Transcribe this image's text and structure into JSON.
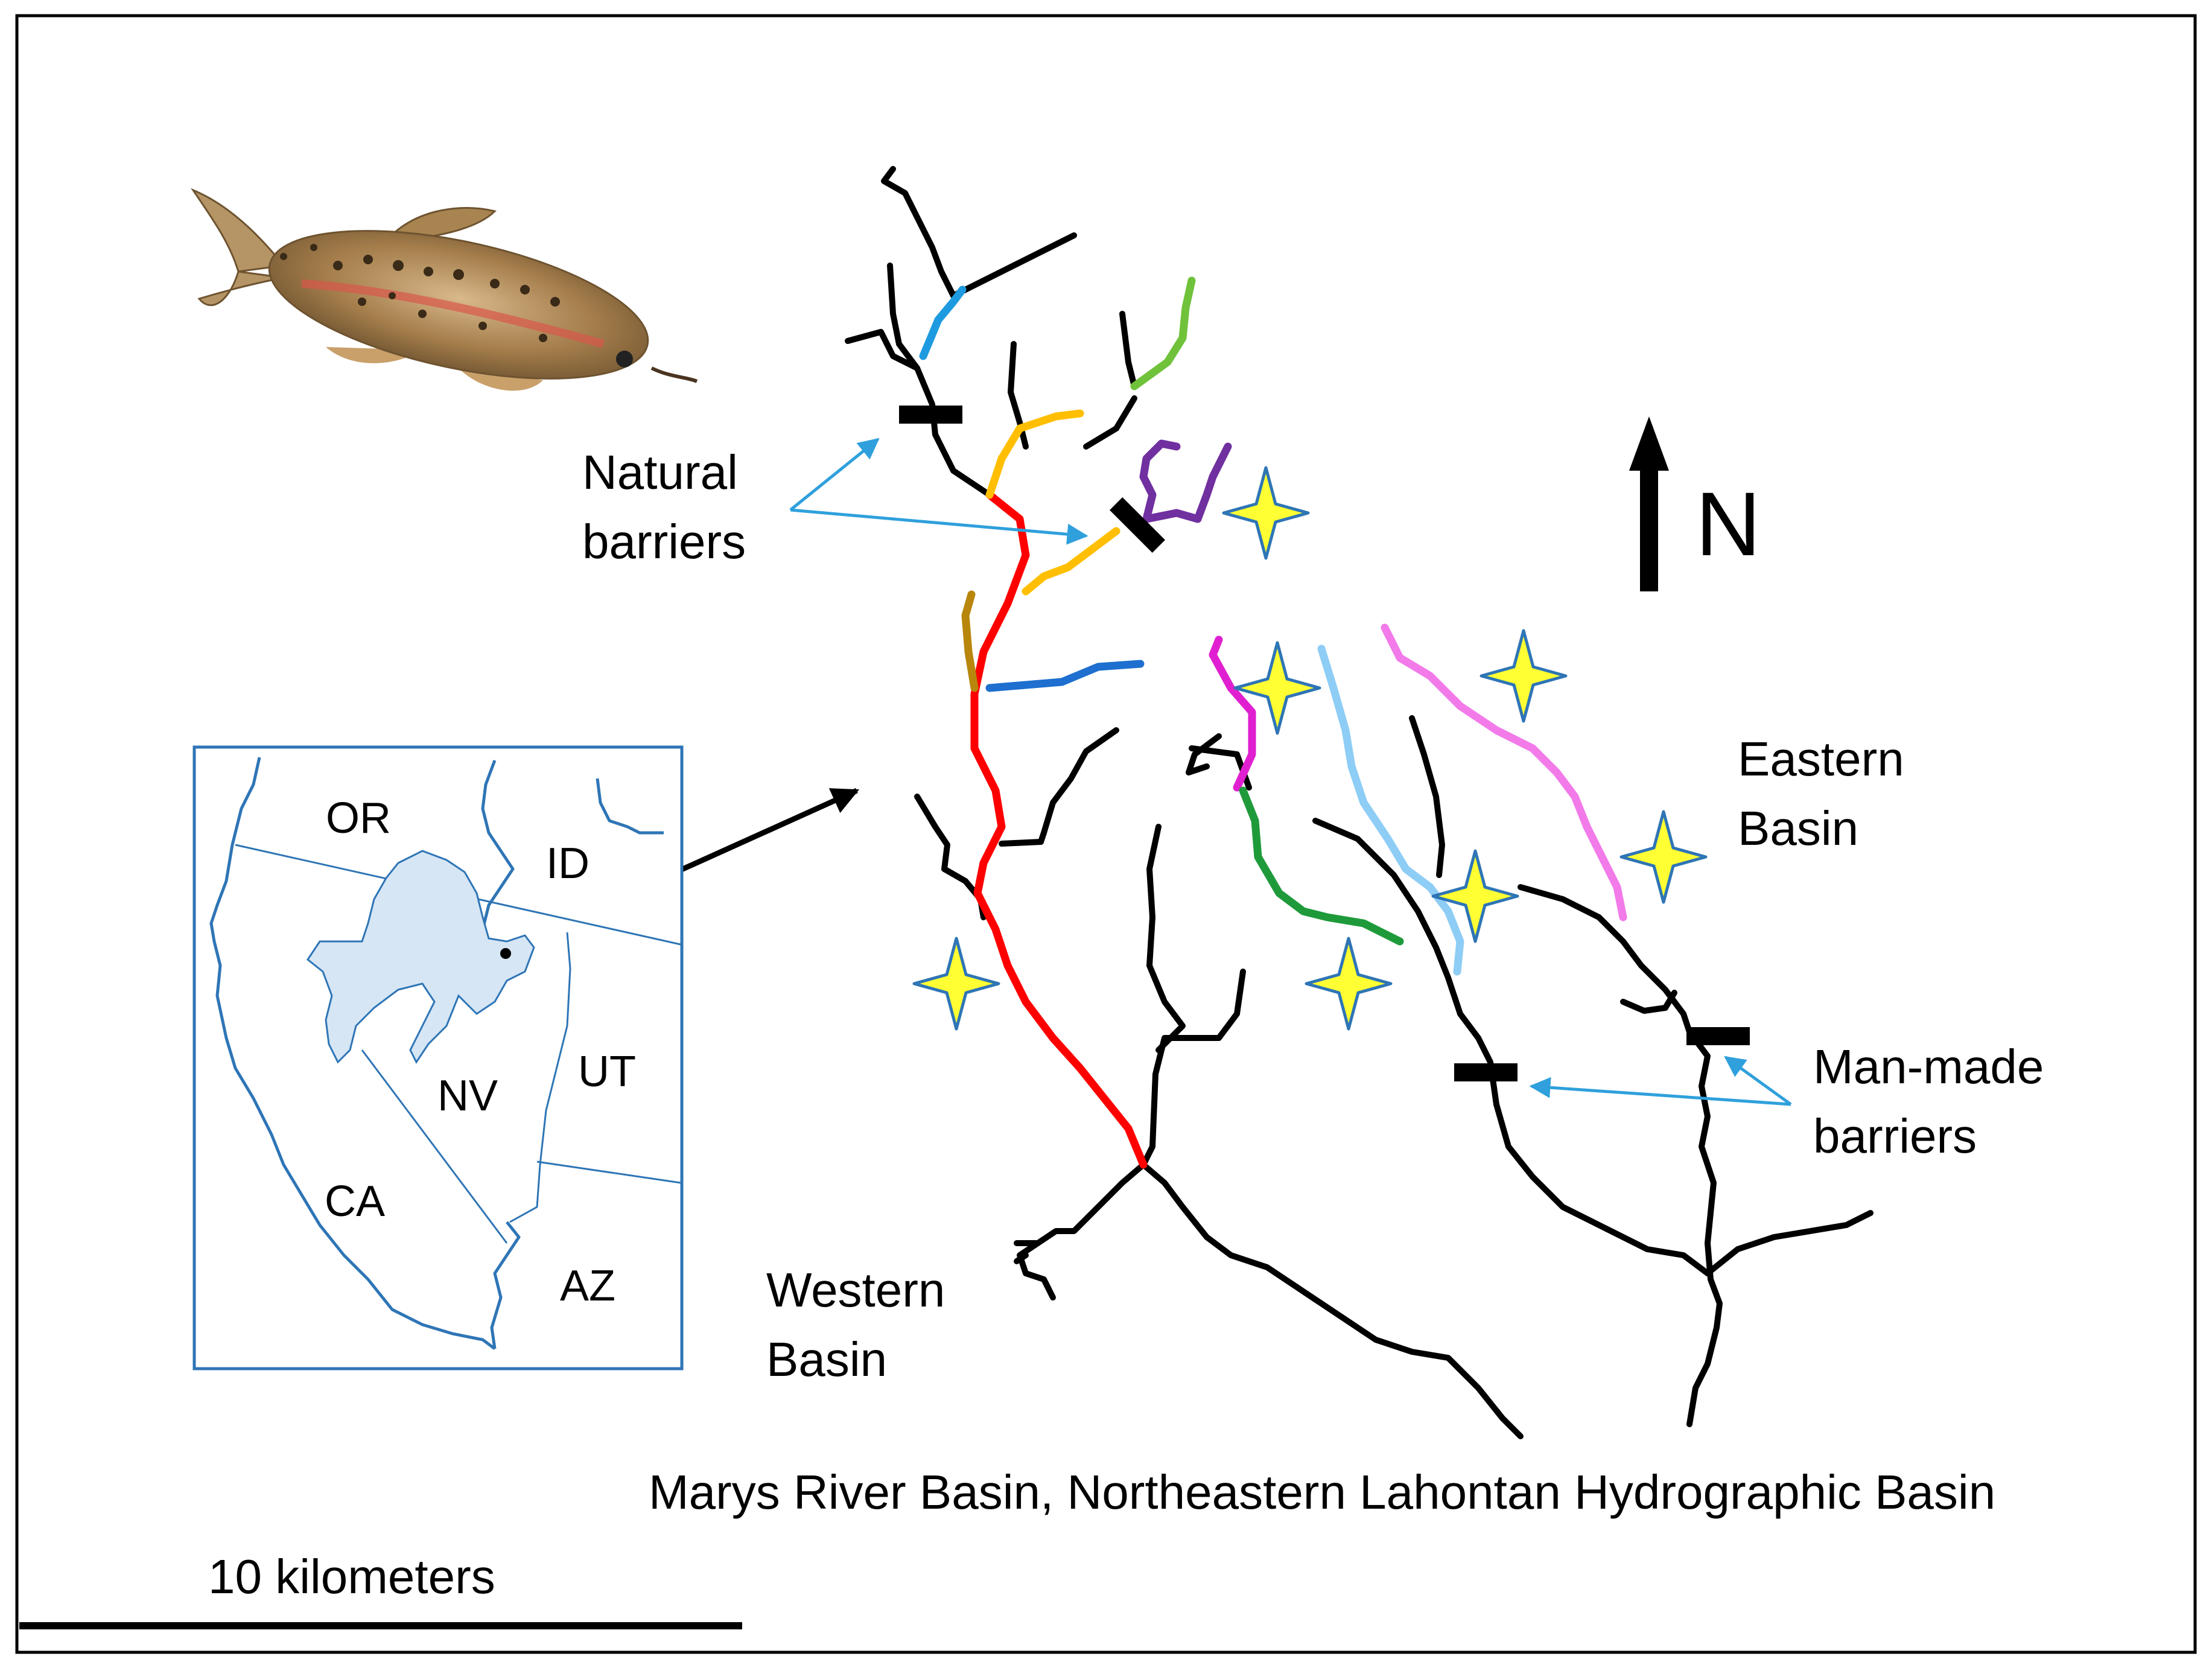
{
  "map": {
    "caption": "Marys River Basin, Northeastern Lahontan Hydrographic Basin",
    "scale_bar_label": "10 kilometers",
    "north_label": "N",
    "labels": {
      "natural_barriers_1": "Natural",
      "natural_barriers_2": "barriers",
      "manmade_barriers_1": "Man-made",
      "manmade_barriers_2": "barriers",
      "eastern_basin_1": "Eastern",
      "eastern_basin_2": "Basin",
      "western_basin_1": "Western",
      "western_basin_2": "Basin"
    },
    "inset": {
      "states": {
        "or": "OR",
        "id": "ID",
        "nv": "NV",
        "ut": "UT",
        "ca": "CA",
        "az": "AZ"
      }
    },
    "colors": {
      "main_stem": "#ff0000",
      "stream": "#000000",
      "star_fill": "#ffff33",
      "star_stroke": "#2e75b6",
      "inset_border": "#2e75b6",
      "inset_basin": "#d6e6f5",
      "arrow_blue": "#2fa0dc"
    },
    "icons": [
      "trout-icon",
      "sparkle-star-icon",
      "north-arrow-icon",
      "barrier-bar-icon"
    ]
  }
}
